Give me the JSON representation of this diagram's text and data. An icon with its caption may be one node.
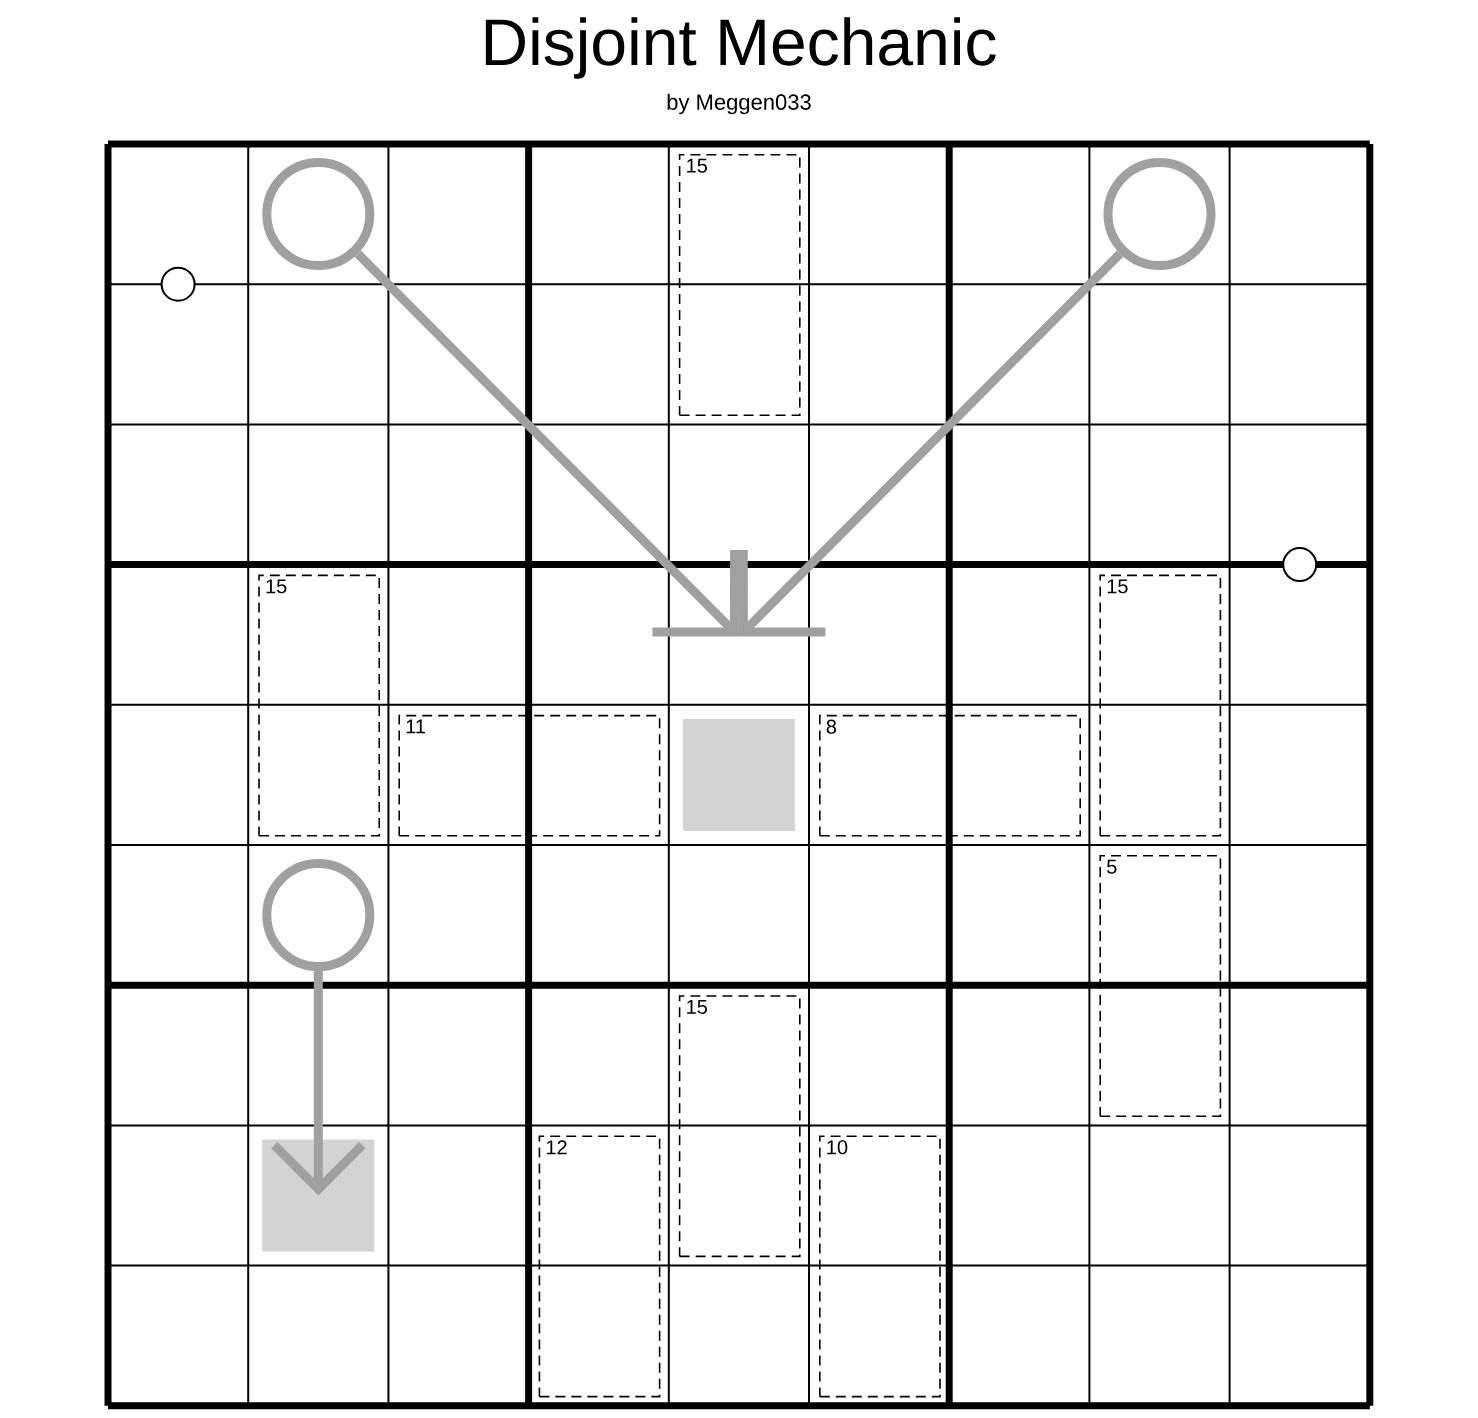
{
  "diagram": {
    "title": "Disjoint Mechanic",
    "nodes": [
      {
        "text": [],
        "shape": "circle"
      },
      {
        "text": [
          "15"
        ]
      },
      {
        "text": [],
        "shape": "circle"
      },
      {
        "text": [],
        "shape": "circle"
      },
      {
        "text": [],
        "shape": "circle"
      },
      {
        "text": [
          "15"
        ]
      },
      {
        "text": [
          "15"
        ]
      },
      {
        "text": [
          "11"
        ]
      },
      {
        "text": [],
        "shape": "box"
      },
      {
        "text": [
          "8"
        ]
      },
      {
        "text": [],
        "shape": "circle"
      },
      {
        "text": [
          "5"
        ]
      },
      {
        "text": [
          "15"
        ]
      },
      {
        "text": [],
        "shape": "box"
      },
      {
        "text": [
          "12"
        ]
      },
      {
        "text": [
          "10"
        ]
      }
    ],
    "edges": [
      {
        "from": 0,
        "to": null,
        "arrow": "to"
      },
      {
        "from": 2,
        "to": null,
        "arrow": "to"
      },
      {
        "from": 10,
        "to": 13,
        "arrow": "to"
      }
    ],
    "labels": [
      "by Meggen033"
    ]
  }
}
